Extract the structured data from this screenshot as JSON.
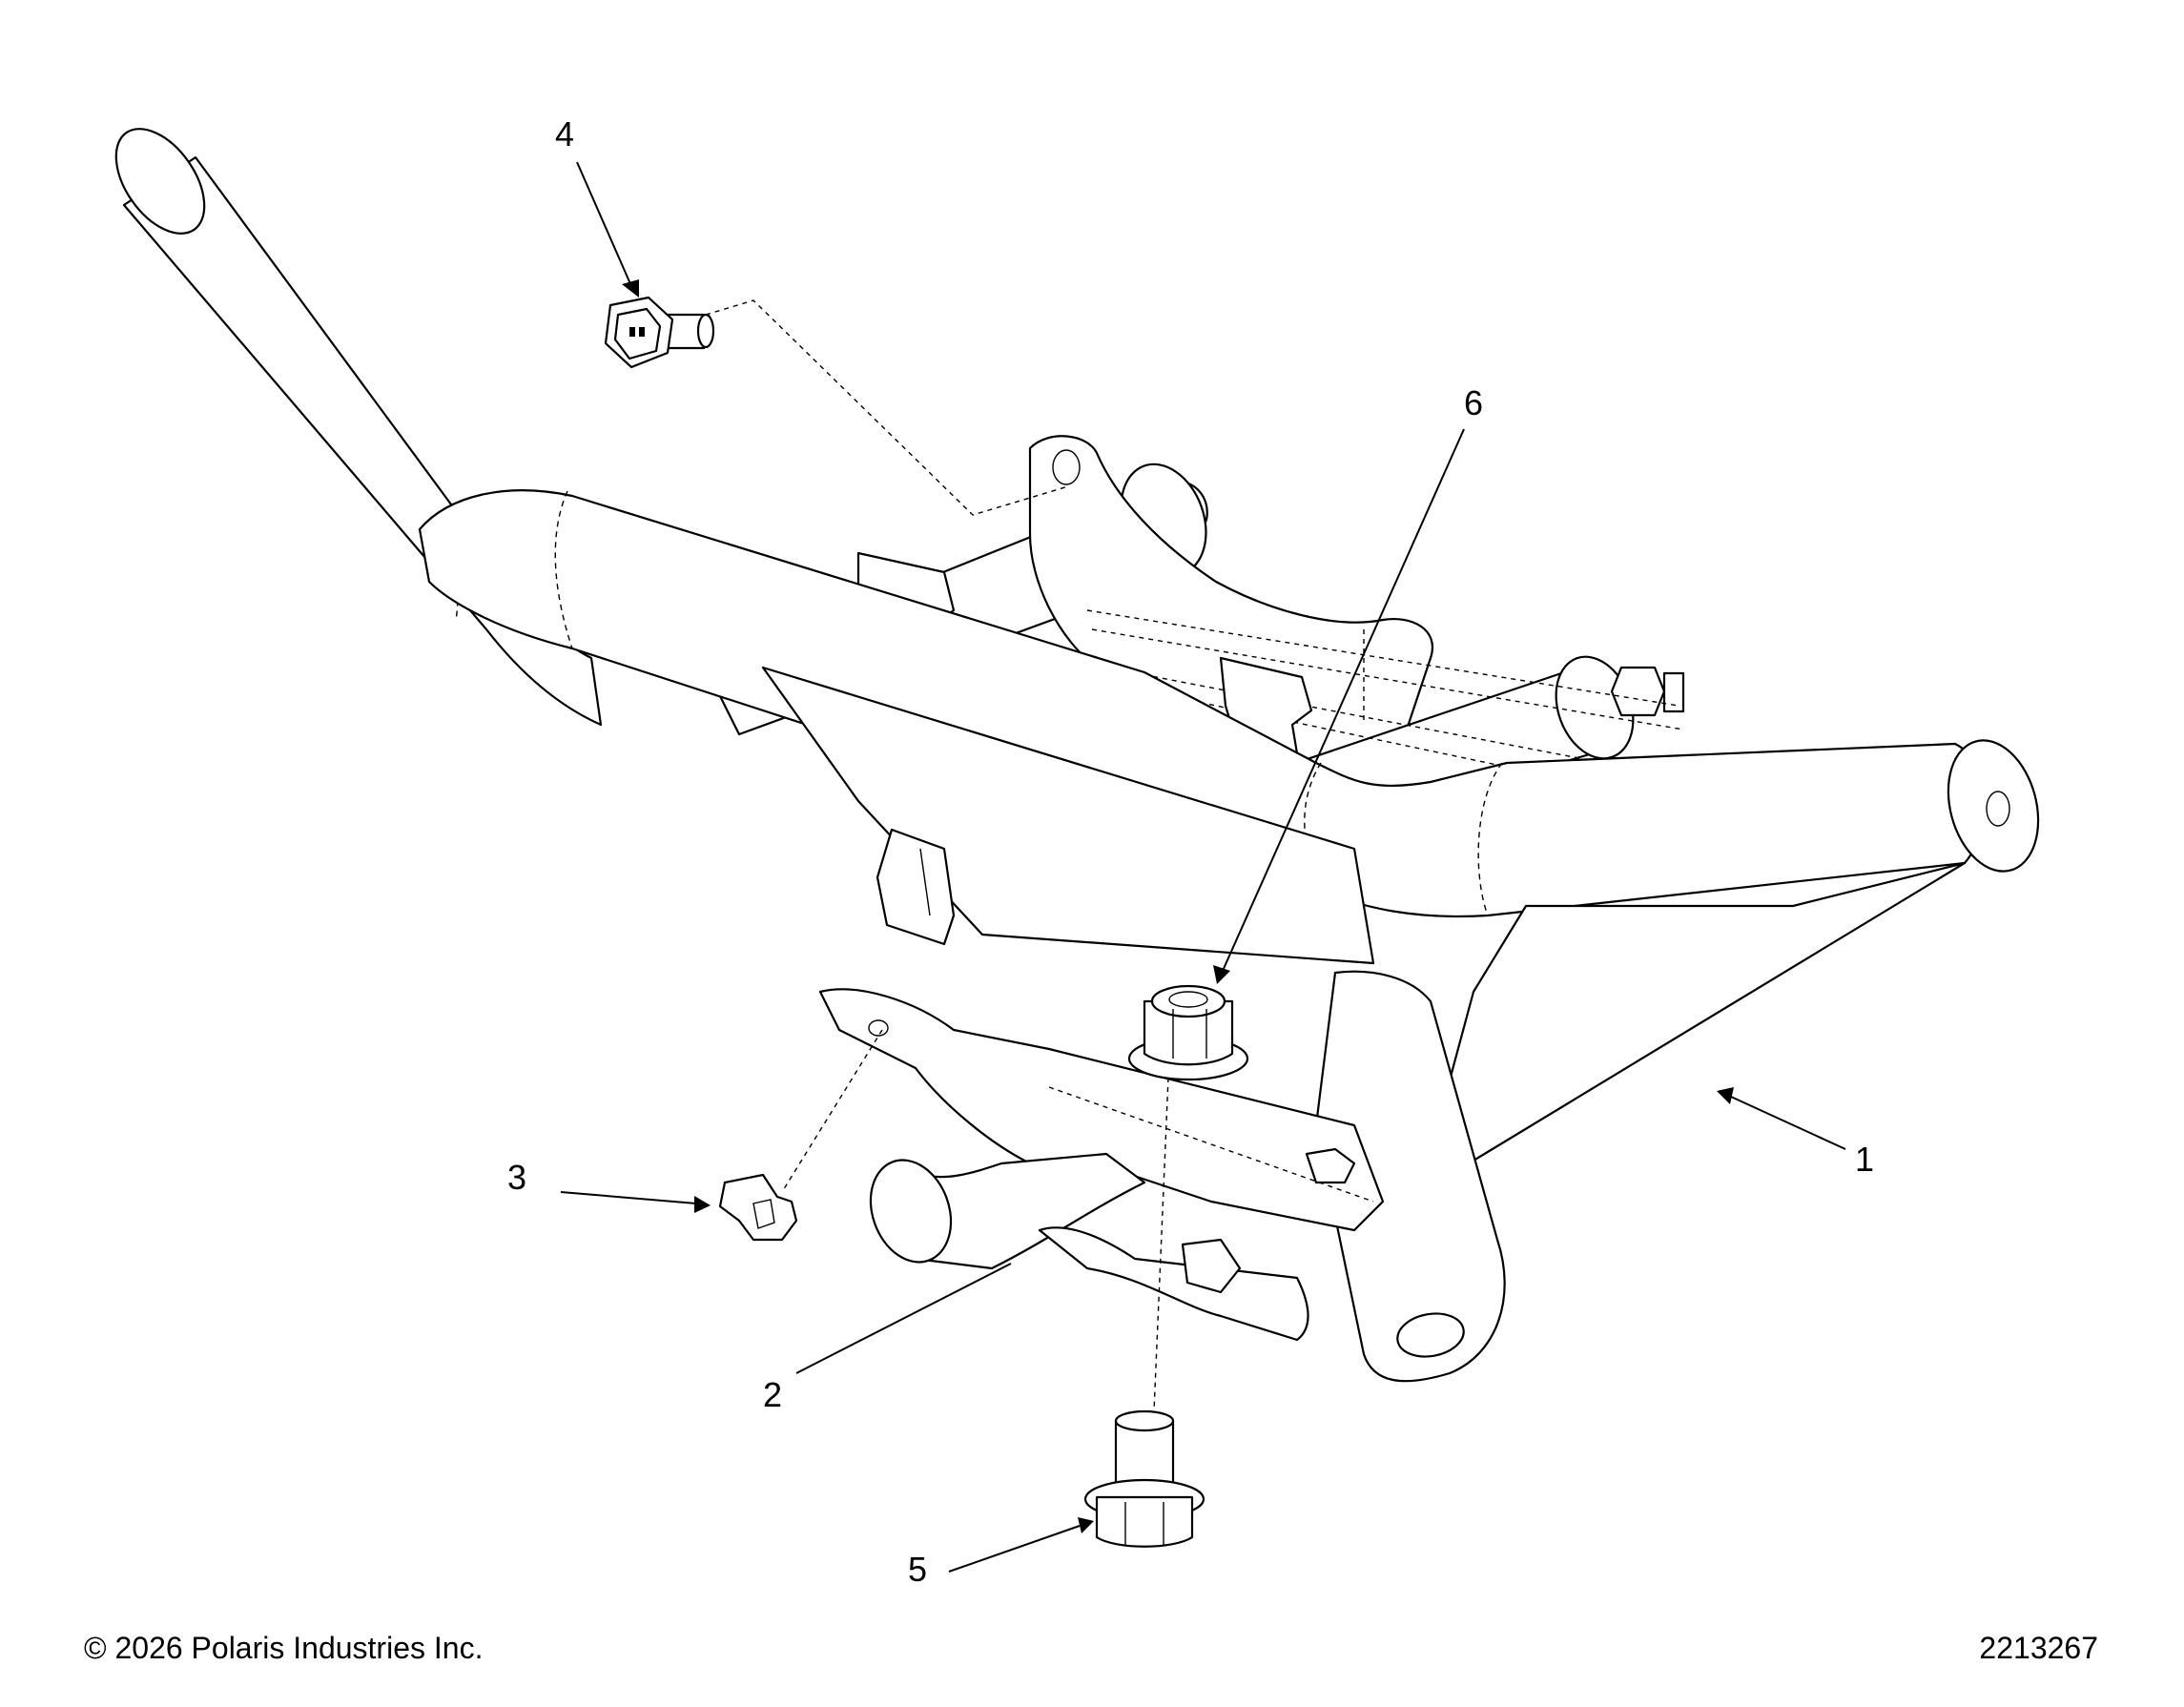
{
  "callouts": [
    {
      "id": "1",
      "label": "1"
    },
    {
      "id": "2",
      "label": "2"
    },
    {
      "id": "3",
      "label": "3"
    },
    {
      "id": "4",
      "label": "4"
    },
    {
      "id": "5",
      "label": "5"
    },
    {
      "id": "6",
      "label": "6"
    }
  ],
  "footer": {
    "copyright": "© 2026 Polaris Industries Inc.",
    "part_number": "2213267"
  }
}
